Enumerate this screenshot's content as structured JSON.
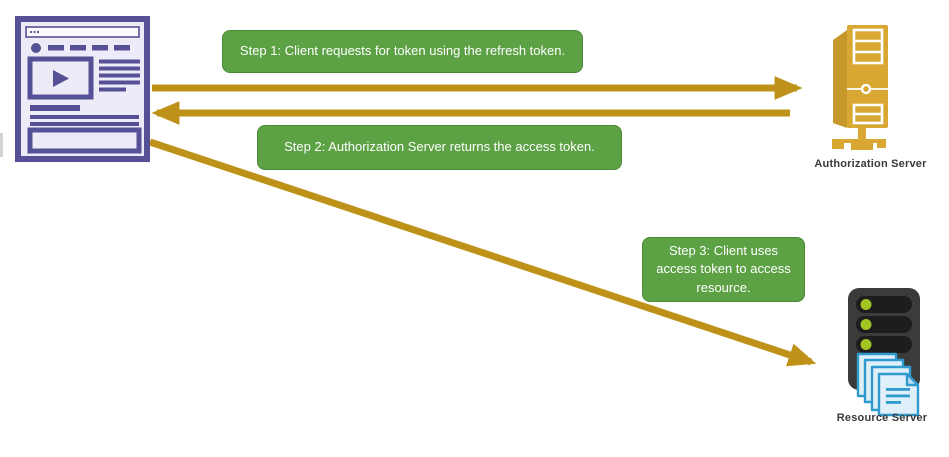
{
  "diagram": {
    "type": "flow-diagram",
    "background_color": "#FFFFFF",
    "nodes": {
      "client": {
        "icon": "browser-window-icon"
      },
      "authorization_server": {
        "icon": "server-tower-icon",
        "label": "Authorization Server"
      },
      "resource_server": {
        "icon": "server-rack-with-documents-icon",
        "label": "Resource Server"
      }
    },
    "steps": [
      {
        "label": "Step 1: Client requests for token using the refresh token.",
        "arrow": {
          "from": "client",
          "to": "authorization_server",
          "direction": "right"
        }
      },
      {
        "label": "Step 2: Authorization Server returns the access token.",
        "arrow": {
          "from": "authorization_server",
          "to": "client",
          "direction": "left"
        }
      },
      {
        "label": "Step 3: Client uses access token to access resource.",
        "arrow": {
          "from": "client",
          "to": "resource_server",
          "direction": "down-right"
        }
      }
    ],
    "colors": {
      "step_box_fill": "#5CA245",
      "step_box_border": "#4A8A37",
      "step_box_text": "#FFFFFF",
      "arrow_gold": "#BE9218",
      "client_purple": "#565096",
      "client_fill": "#EDEBF7",
      "authorization_server_gold": "#D9A832",
      "authorization_server_gold_dark": "#C6982C",
      "resource_server_dark": "#3B3B3B",
      "resource_server_slot": "#1D1D1D",
      "resource_status_dot_green": "#A2C521",
      "document_blue_stroke": "#2E9ACD",
      "document_blue_fill": "#DFF0FA",
      "node_label_text": "#3A3A3A"
    }
  }
}
